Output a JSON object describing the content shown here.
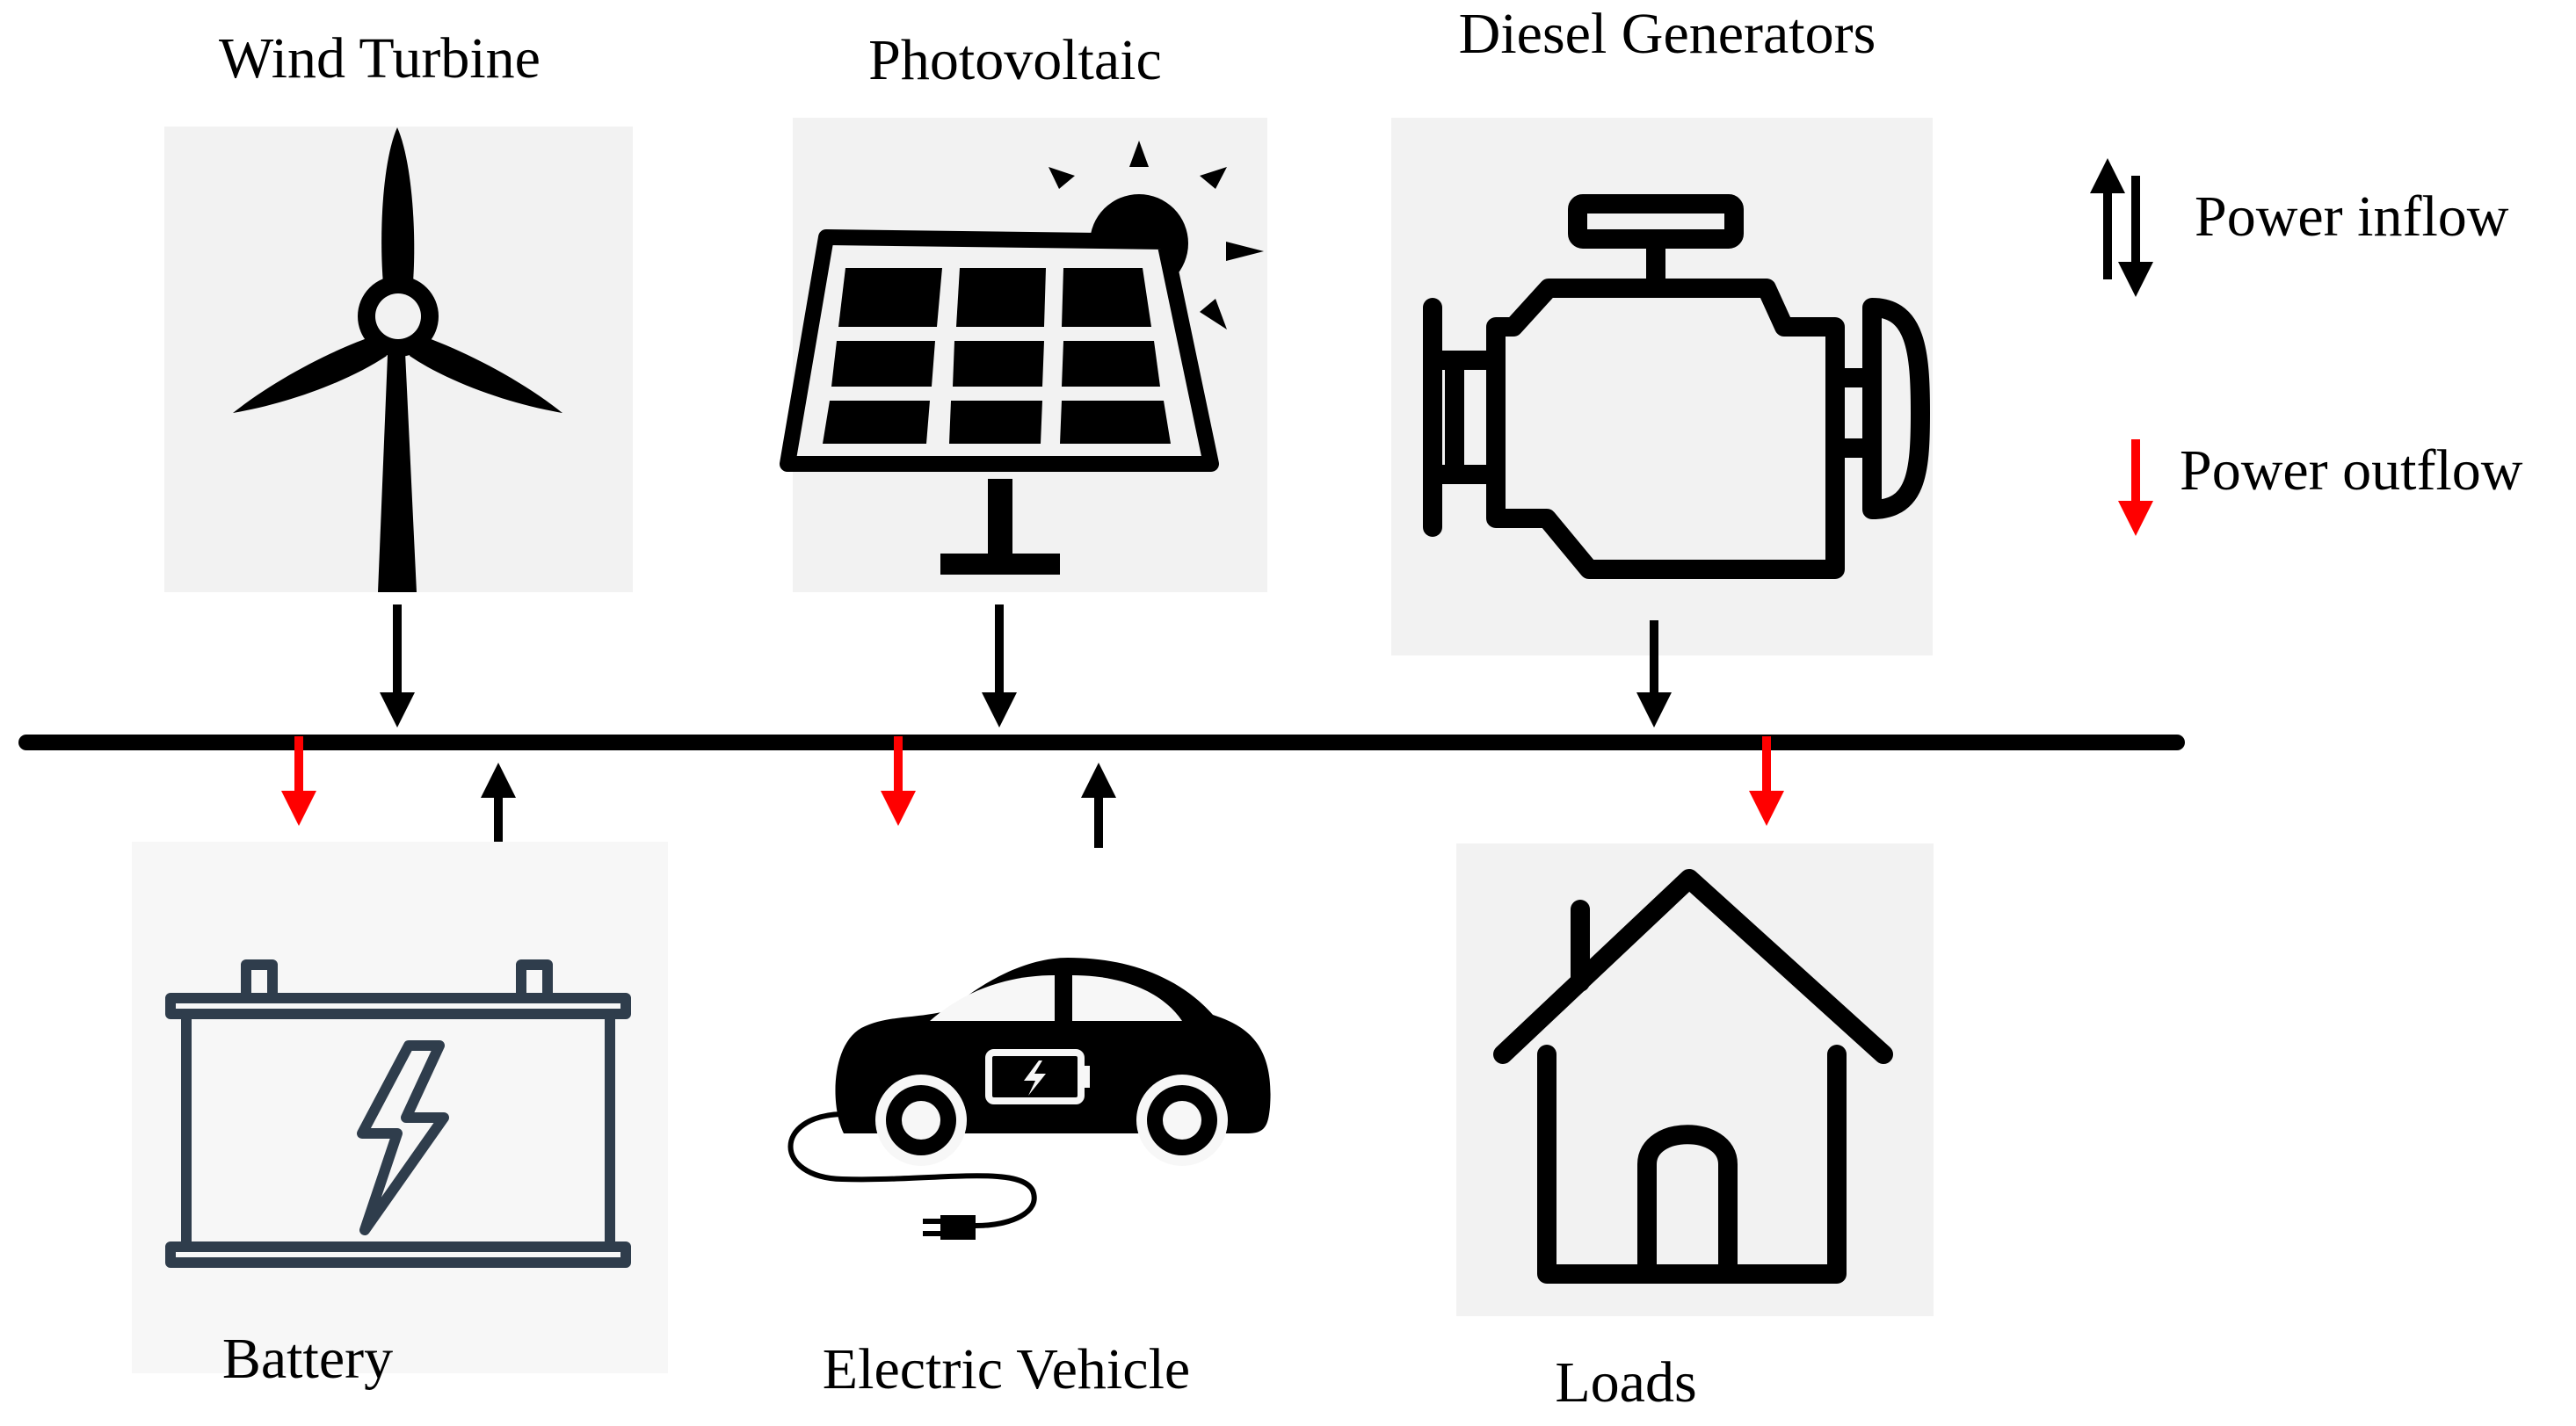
{
  "colors": {
    "inflow": "#000000",
    "outflow": "#ff0000",
    "bus": "#000000",
    "icon_background": "#f2f2f2",
    "battery_icon": "#2f3d4c",
    "icon": "#000000"
  },
  "sources": {
    "wind_turbine": {
      "label": "Wind Turbine",
      "icon": "wind-turbine-icon"
    },
    "photovoltaic": {
      "label": "Photovoltaic",
      "icon": "solar-panel-icon"
    },
    "diesel_generators": {
      "label": "Diesel Generators",
      "icon": "engine-icon"
    }
  },
  "consumers": {
    "battery": {
      "label": "Battery",
      "icon": "battery-icon"
    },
    "electric_vehicle": {
      "label": "Electric Vehicle",
      "icon": "electric-car-icon"
    },
    "loads": {
      "label": "Loads",
      "icon": "house-icon"
    }
  },
  "legend": {
    "inflow_label": "Power inflow",
    "outflow_label": "Power outflow"
  }
}
